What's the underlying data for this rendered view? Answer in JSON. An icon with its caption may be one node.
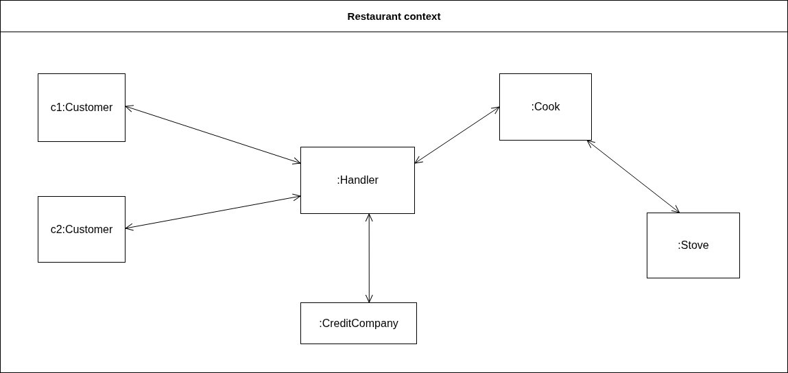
{
  "diagram": {
    "nodes": [
      {
        "text": [
          "Restaurant context"
        ]
      },
      {
        "text": [
          "c1:Customer"
        ],
        "in": 0
      },
      {
        "text": [
          ":Cook"
        ],
        "in": 0
      },
      {
        "text": [
          ":Handler"
        ],
        "in": 0
      },
      {
        "text": [
          "c2:Customer"
        ],
        "in": 0
      },
      {
        "text": [
          ":Stove"
        ],
        "in": 0
      },
      {
        "text": [
          ":CreditCompany"
        ],
        "in": 0
      }
    ],
    "edges": [
      {
        "from": 1,
        "to": 3,
        "arrow": "both"
      },
      {
        "from": 4,
        "to": 3,
        "arrow": "both"
      },
      {
        "from": 3,
        "to": 2,
        "arrow": "both"
      },
      {
        "from": 2,
        "to": 5,
        "arrow": "both"
      },
      {
        "from": 3,
        "to": 6,
        "arrow": "both"
      }
    ]
  }
}
